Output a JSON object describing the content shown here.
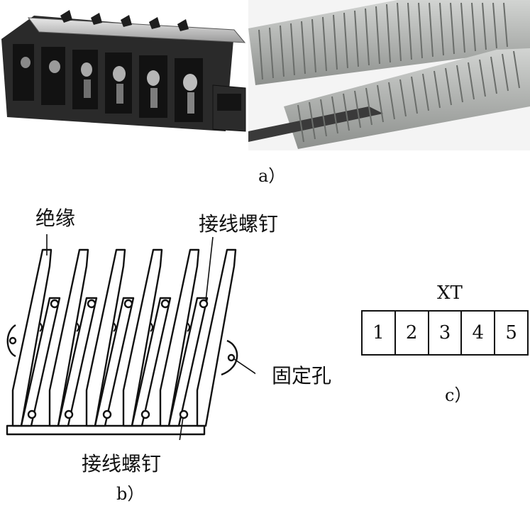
{
  "figure": {
    "panel_a": {
      "caption": "a）"
    },
    "panel_b": {
      "caption": "b）",
      "label_insulation": "绝缘",
      "label_screw_top": "接线螺钉",
      "label_mount_hole": "固定孔",
      "label_screw_bottom": "接线螺钉"
    },
    "panel_c": {
      "caption": "c）",
      "symbol_title": "XT",
      "terminals": [
        "1",
        "2",
        "3",
        "4",
        "5"
      ]
    }
  }
}
